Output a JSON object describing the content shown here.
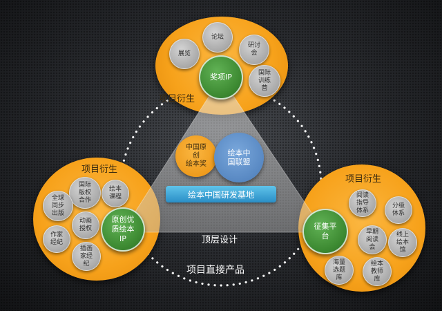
{
  "colors": {
    "orange": "#f7a21b",
    "green": "#3d8a32",
    "gray": "#a9a9a9",
    "blue": "#5b8fc9",
    "bar": "#3aa7dc",
    "dots": "#ffffff"
  },
  "top": {
    "section_label": "项目衍生",
    "hub": "奖项IP",
    "items": [
      "论坛",
      "展览",
      "研讨\n会",
      "国际\n训练\n营"
    ]
  },
  "left": {
    "section_label": "项目衍生",
    "hub": "原创优\n质绘本\nIP",
    "items": [
      "国际\n版权\n合作",
      "绘本\n课程",
      "全球\n同步\n出版",
      "动画\n授权",
      "作家\n经纪",
      "插画\n家经\n纪"
    ]
  },
  "right": {
    "section_label": "项目衍生",
    "hub": "征集平\n台",
    "items": [
      "阅读\n指导\n体系",
      "分级\n体系",
      "早期\n阅读\n会",
      "线上\n绘本\n馆",
      "海量\n选题\n库",
      "绘本\n教师\n库"
    ]
  },
  "center": {
    "award": "中国原\n创\n绘本奖",
    "alliance": "绘本中\n国联盟",
    "base": "绘本中国研发基地",
    "top_design": "顶层设计"
  },
  "bottom_label": "项目直接产品"
}
